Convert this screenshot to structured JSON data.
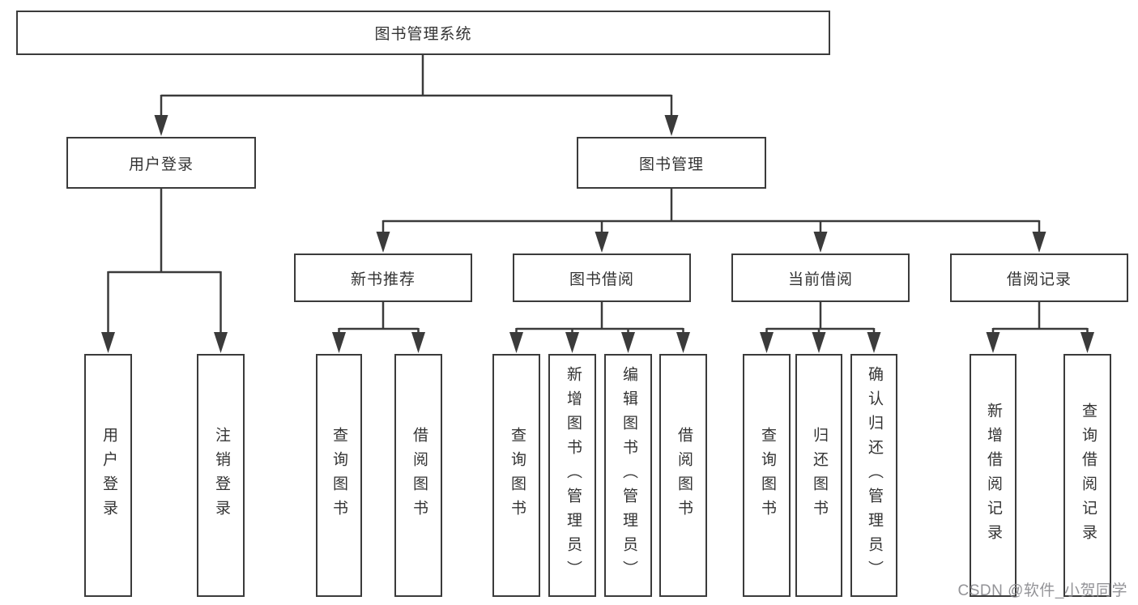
{
  "diagram_title": "图书管理系统",
  "nodes": {
    "root": {
      "label": "图书管理系统"
    },
    "level2": [
      {
        "label": "用户登录",
        "parent": "图书管理系统"
      },
      {
        "label": "图书管理",
        "parent": "图书管理系统"
      }
    ],
    "level3": [
      {
        "label": "新书推荐",
        "parent": "图书管理"
      },
      {
        "label": "图书借阅",
        "parent": "图书管理"
      },
      {
        "label": "当前借阅",
        "parent": "图书管理"
      },
      {
        "label": "借阅记录",
        "parent": "图书管理"
      }
    ],
    "leaves": [
      {
        "label": "用户登录",
        "parent": "用户登录"
      },
      {
        "label": "注销登录",
        "parent": "用户登录"
      },
      {
        "label": "查询图书",
        "parent": "新书推荐"
      },
      {
        "label": "借阅图书",
        "parent": "新书推荐"
      },
      {
        "label": "查询图书",
        "parent": "图书借阅"
      },
      {
        "label": "新增图书（管理员）",
        "parent": "图书借阅"
      },
      {
        "label": "编辑图书（管理员）",
        "parent": "图书借阅"
      },
      {
        "label": "借阅图书",
        "parent": "图书借阅"
      },
      {
        "label": "查询图书",
        "parent": "当前借阅"
      },
      {
        "label": "归还图书",
        "parent": "当前借阅"
      },
      {
        "label": "确认归还（管理员）",
        "parent": "当前借阅"
      },
      {
        "label": "新增借阅记录",
        "parent": "借阅记录"
      },
      {
        "label": "查询借阅记录",
        "parent": "借阅记录"
      }
    ]
  },
  "watermark": {
    "text": "CSDN @软件_小贺同学"
  },
  "colors": {
    "line": "#3b3b3b",
    "text": "#333333",
    "background": "#ffffff",
    "watermark": "#8a8a8e"
  }
}
